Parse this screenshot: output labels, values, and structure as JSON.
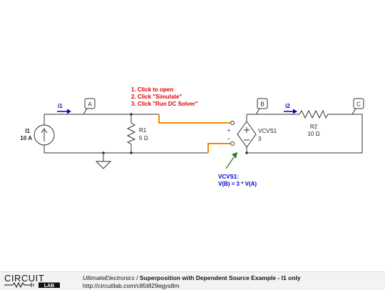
{
  "circuit": {
    "instructions": [
      "1. Click to open",
      "2. Click \"Simulate\"",
      "3. Click \"Run DC Solver\""
    ],
    "nodes": {
      "a": "A",
      "b": "B",
      "c": "C"
    },
    "current_labels": {
      "i1": "i1",
      "i2": "i2"
    },
    "i1_source": {
      "name": "I1",
      "value": "10 A"
    },
    "r1": {
      "name": "R1",
      "value": "5 Ω"
    },
    "r2": {
      "name": "R2",
      "value": "10 Ω"
    },
    "vcvs": {
      "name": "VCVS1",
      "gain": "3",
      "plus": "+",
      "minus": "−"
    },
    "annotation": {
      "line1": "VCVS1:",
      "line2": "V(B) = 3 * V(A)"
    },
    "colors": {
      "highlight_wire": "#f28a00",
      "instructions": "#e00000",
      "annotation": "#0000cc",
      "arrow": "#2a7a2a"
    }
  },
  "footer": {
    "brand_top": "CIRCUIT",
    "brand_bottom": "LAB",
    "author": "UltimateElectronics",
    "separator": " / ",
    "title": "Superposition with Dependent Source Example - I1 only",
    "url": "http://circuitlab.com/c85t829egys8m"
  }
}
